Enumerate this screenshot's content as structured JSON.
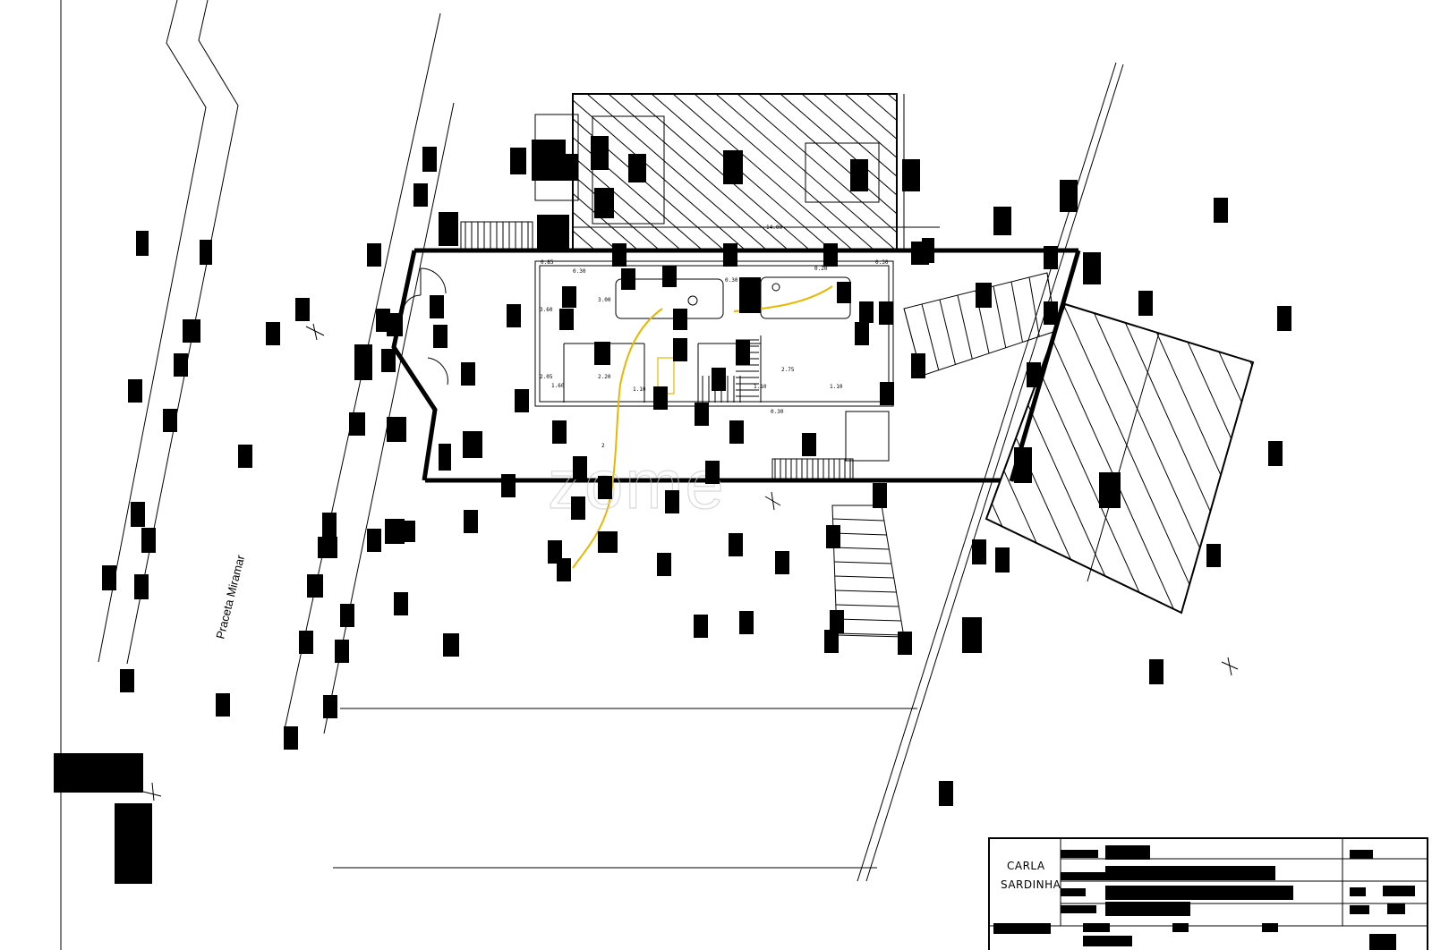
{
  "street": {
    "name": "Praceta Miramar"
  },
  "watermark": {
    "text": "zome"
  },
  "title_block": {
    "designer_line1": "CARLA",
    "designer_line2": "SARDINHA"
  },
  "dimensions": {
    "overall_width": "14.00",
    "d1": "0.85",
    "d2": "0.30",
    "d3": "3.00",
    "d4": "3.60",
    "d5": "0.30",
    "d6": "0.20",
    "d7": "0.30",
    "d8": "2.05",
    "d9": "1.60",
    "d10": "2.20",
    "d11": "1.10",
    "d12": "2.75",
    "d13": "1.10",
    "d14": "0.30",
    "d15": "1.10",
    "d16": "2"
  },
  "colors": {
    "accent": "#e8b800",
    "ink": "#000000",
    "watermark": "#c9c9c9"
  }
}
